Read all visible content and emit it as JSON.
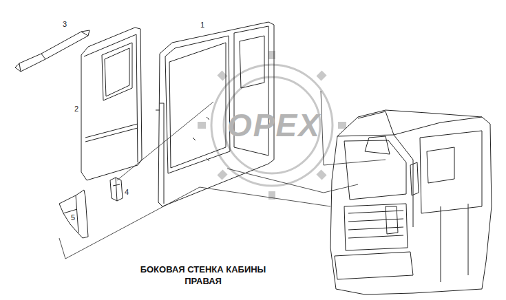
{
  "diagram": {
    "caption": "БОКОВАЯ СТЕНКА КАБИНЫ ПРАВАЯ",
    "labels": [
      "3",
      "1",
      "2",
      "4",
      "5",
      "OPEX"
    ]
  }
}
